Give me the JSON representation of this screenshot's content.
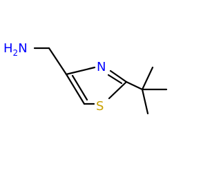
{
  "molecule": {
    "atoms": {
      "amine": {
        "text": "H",
        "subscript": "2",
        "suffix": "N",
        "color": "#0000ff"
      },
      "ring_nitrogen": {
        "text": "N",
        "color": "#0000ff"
      },
      "ring_sulfur": {
        "text": "S",
        "color": "#c8a000"
      }
    },
    "bond_color": "#000000"
  }
}
